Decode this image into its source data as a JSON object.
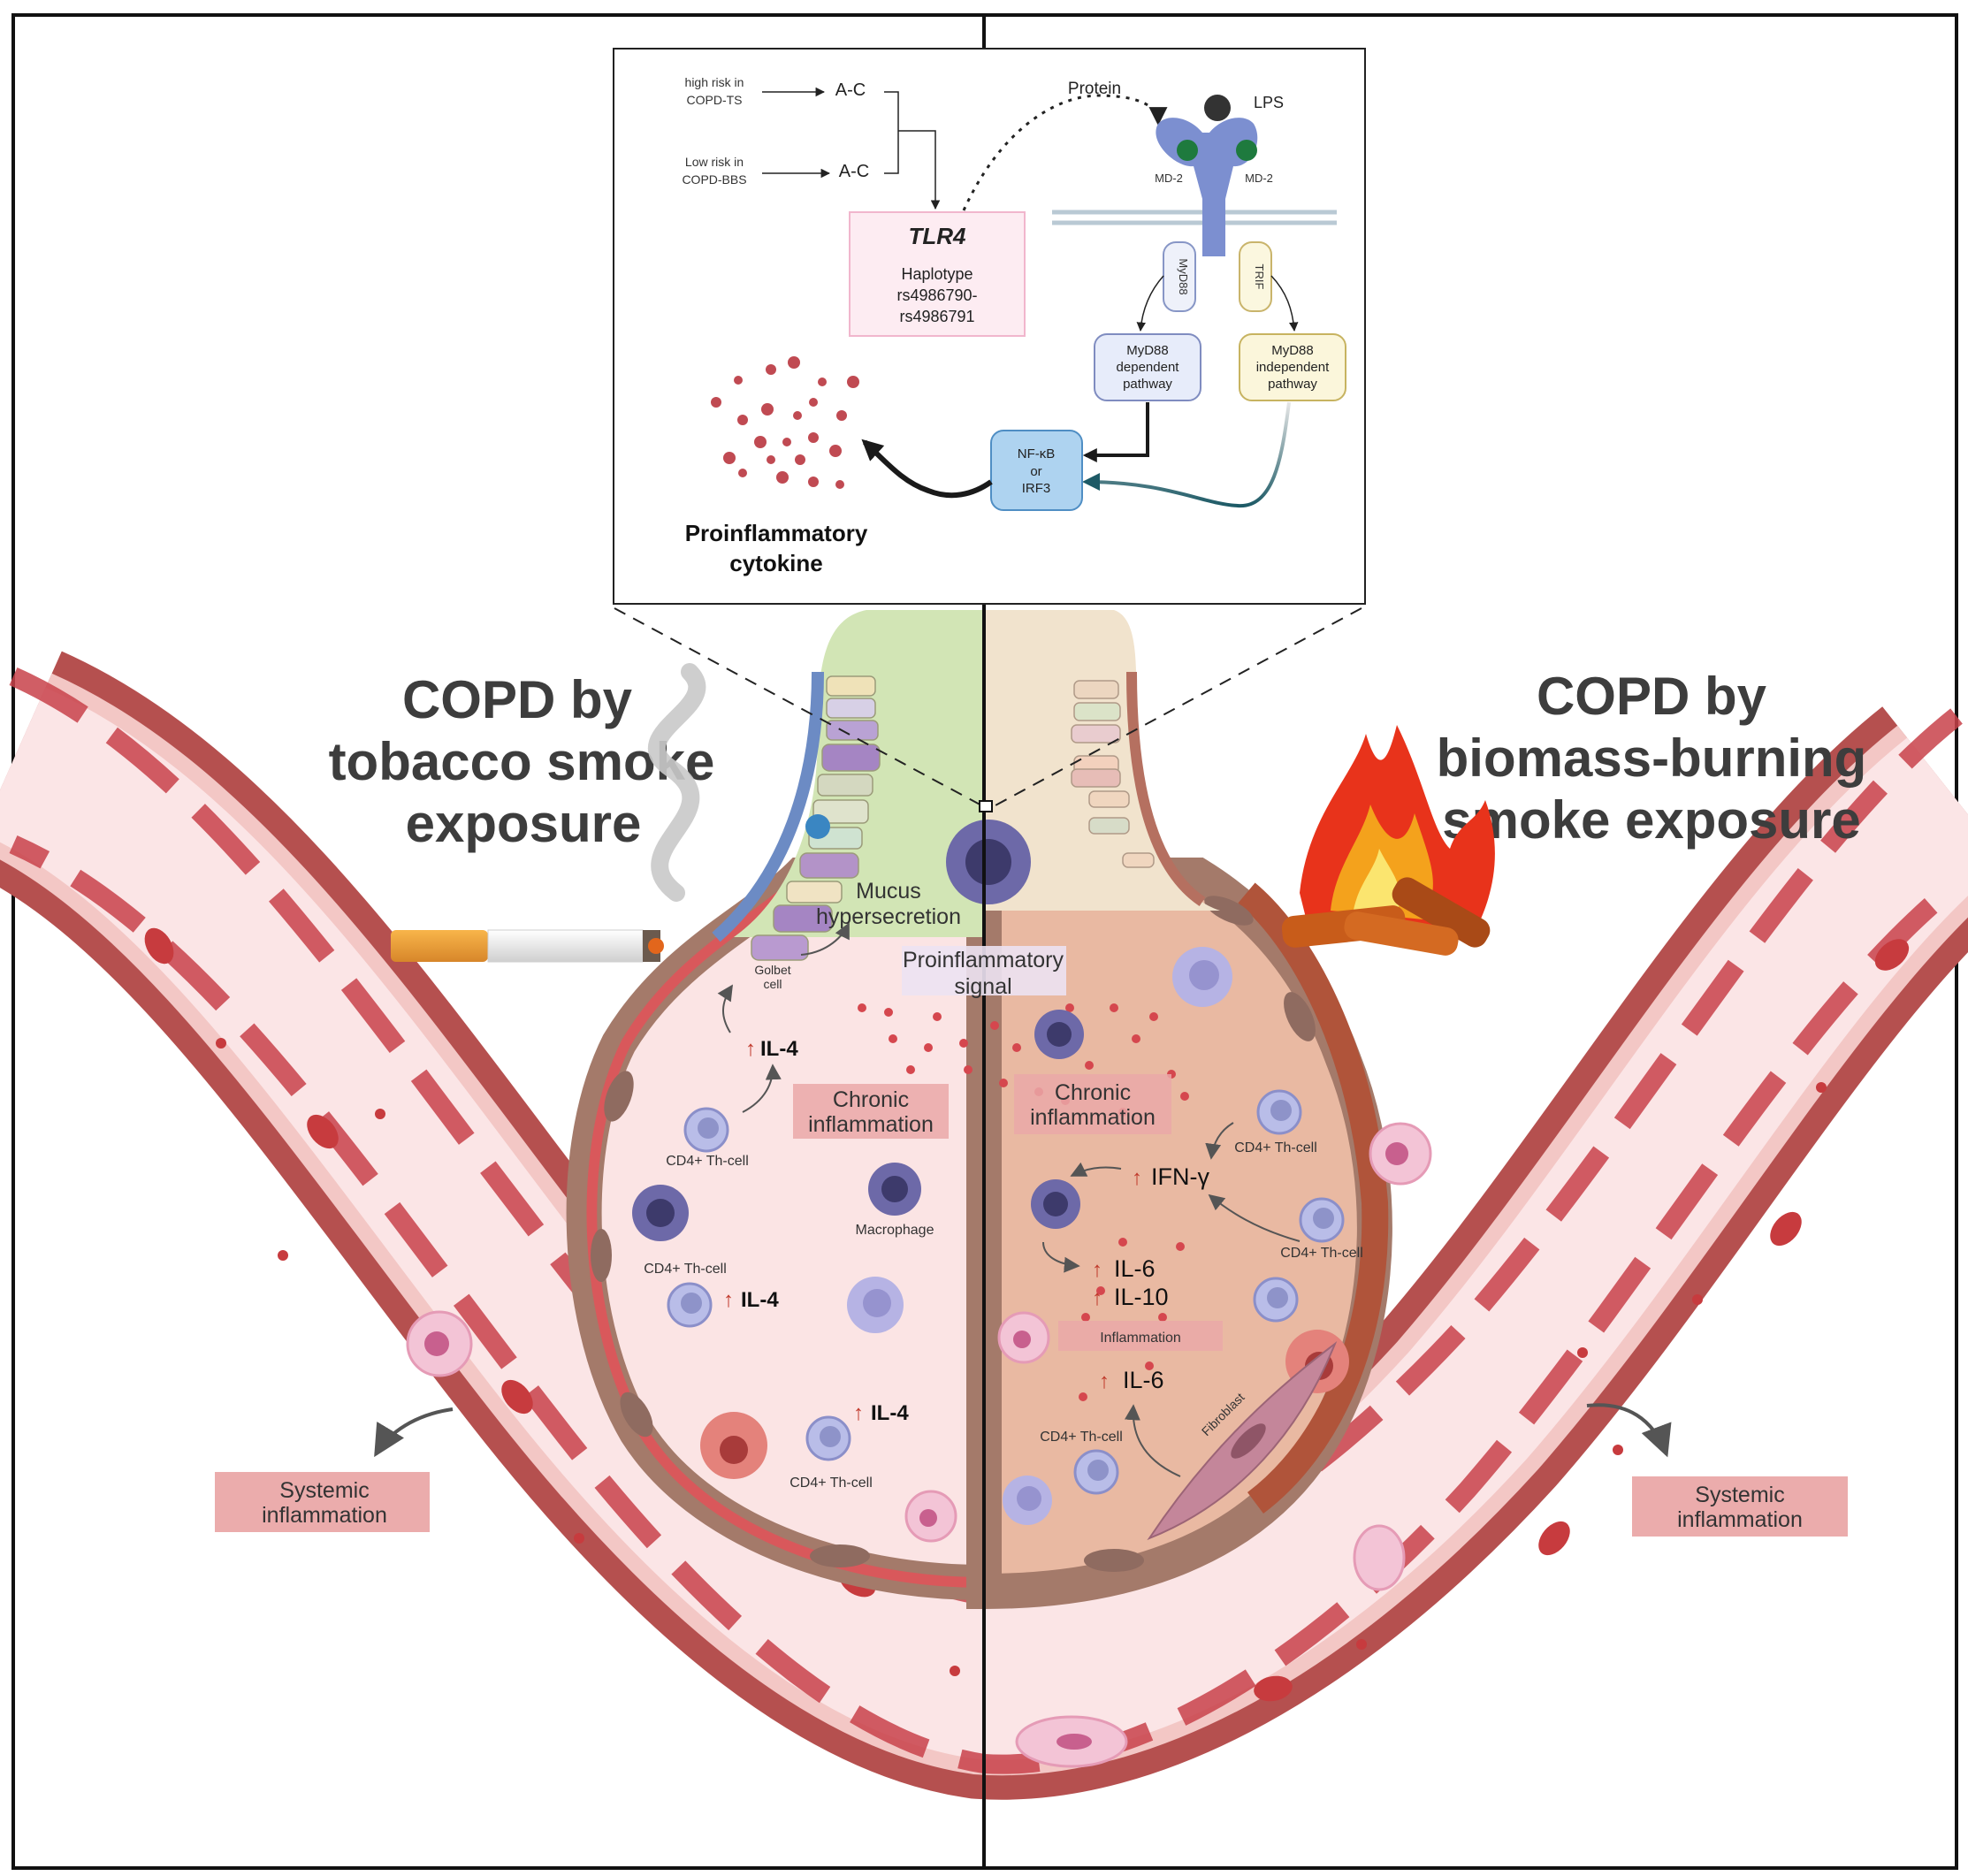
{
  "colors": {
    "vessel_outer": "#b5504f",
    "vessel_lumen": "#fbe5e6",
    "rbc": "#c73b3e",
    "alveolus_left": "#fbe4e4",
    "alveolus_right": "#e9b9a2",
    "wall": "#a47a6a",
    "label_box": "#eaa8a8",
    "mucosa_left": "#d2e5b5",
    "mucosa_right": "#f1e3cd"
  },
  "titles": {
    "left": [
      "COPD by",
      "tobacco smoke",
      "exposure"
    ],
    "right": [
      "COPD by",
      "biomass-burning",
      "smoke exposure"
    ]
  },
  "inset": {
    "risk_high": [
      "high risk in",
      "COPD-TS"
    ],
    "risk_low": [
      "Low risk in",
      "COPD-BBS"
    ],
    "allele": "A-C",
    "gene": "TLR4",
    "haplotype": [
      "Haplotype",
      "rs4986790-",
      "rs4986791"
    ],
    "protein": "Protein",
    "lps": "LPS",
    "md2": "MD-2",
    "myd88_adaptor": "MyD88",
    "trif_adaptor": "TRIF",
    "myd88_dependent": [
      "MyD88",
      "dependent",
      "pathway"
    ],
    "myd88_independent": [
      "MyD88",
      "independent",
      "pathway"
    ],
    "nfkb": [
      "NF-κB",
      "or",
      "IRF3"
    ],
    "cytokine": [
      "Proinflammatory",
      "cytokine"
    ]
  },
  "left_panel": {
    "mucus": [
      "Mucus",
      "hypersecretion"
    ],
    "goblet": [
      "Golbet",
      "cell"
    ],
    "il4": "IL-4",
    "chronic": [
      "Chronic",
      "inflammation"
    ],
    "cd4": "CD4+ Th-cell",
    "macrophage": "Macrophage",
    "systemic": [
      "Systemic",
      "inflammation"
    ]
  },
  "center": {
    "signal": [
      "Proinflammatory",
      "signal"
    ]
  },
  "right_panel": {
    "chronic": [
      "Chronic",
      "inflammation"
    ],
    "cd4": "CD4+ Th-cell",
    "ifn": "IFN-γ",
    "il6": "IL-6",
    "il10": "IL-10",
    "inflammation": "Inflammation",
    "fibroblast": "Fibroblast",
    "systemic": [
      "Systemic",
      "inflammation"
    ]
  },
  "up_arrow": "↑"
}
